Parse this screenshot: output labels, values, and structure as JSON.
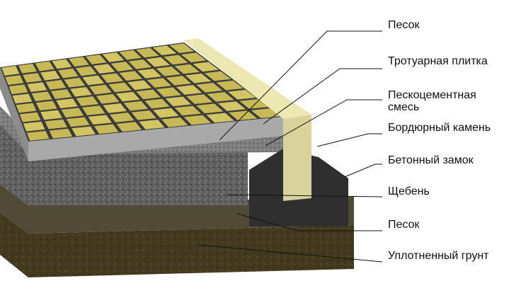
{
  "diagram": {
    "layers": [
      {
        "id": "sand_top",
        "label": "Песок",
        "color": "#e9e0a6"
      },
      {
        "id": "tiles",
        "label": "Тротуарная плитка",
        "color": "#c9bb5c"
      },
      {
        "id": "sand_cement",
        "label_line1": "Пескоцементная",
        "label_line2": "смесь",
        "color": "#8f8f8f"
      },
      {
        "id": "curb",
        "label": "Бордюрный камень",
        "color": "#e2dca0"
      },
      {
        "id": "concrete_lock",
        "label": "Бетонный замок",
        "color": "#3a3a3a"
      },
      {
        "id": "gravel",
        "label": "Щебень",
        "color": "#6e6e6e"
      },
      {
        "id": "sand_bottom",
        "label": "Песок",
        "color": "#4c4634"
      },
      {
        "id": "soil",
        "label": "Уплотненный грунт",
        "color": "#4a3f27"
      }
    ]
  }
}
